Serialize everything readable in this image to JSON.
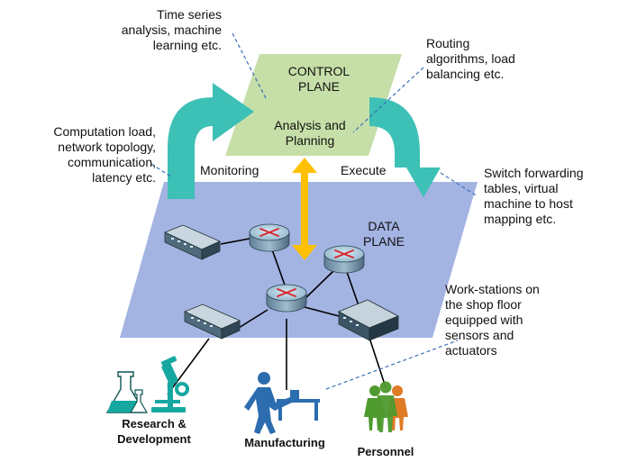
{
  "control_plane": {
    "title_lines": [
      "CONTROL",
      "PLANE"
    ],
    "subtitle_lines": [
      "Analysis and",
      "Planning"
    ]
  },
  "data_plane": {
    "title_lines": [
      "DATA",
      "PLANE"
    ]
  },
  "flows": {
    "monitoring": "Monitoring",
    "execute": "Execute"
  },
  "annotations": {
    "time_series": [
      "Time series",
      "analysis, machine",
      "learning etc."
    ],
    "routing": [
      "Routing",
      "algorithms, load",
      "balancing etc."
    ],
    "computation": [
      "Computation load,",
      "network topology,",
      "communication,",
      "latency etc."
    ],
    "switch_tables": [
      "Switch forwarding",
      "tables, virtual",
      "machine to host",
      "mapping etc."
    ],
    "workstations": [
      "Work-stations on",
      "the shop floor",
      "equipped with",
      "sensors and",
      "actuators"
    ]
  },
  "departments": {
    "research": [
      "Research &",
      "Development"
    ],
    "manufacturing": "Manufacturing",
    "personnel": "Personnel"
  },
  "colors": {
    "control_plane_fill": "#c6dfa8",
    "data_plane_fill": "#a3b3e2",
    "flow_arrow": "#3dc0b6",
    "bidirectional_arrow": "#ffc000",
    "leader_line": "#3b6fb6",
    "lab_icon": "#16a8a0",
    "worker_icon": "#2c6db0",
    "people_green": "#4f9a2f",
    "people_orange": "#e07b26"
  }
}
